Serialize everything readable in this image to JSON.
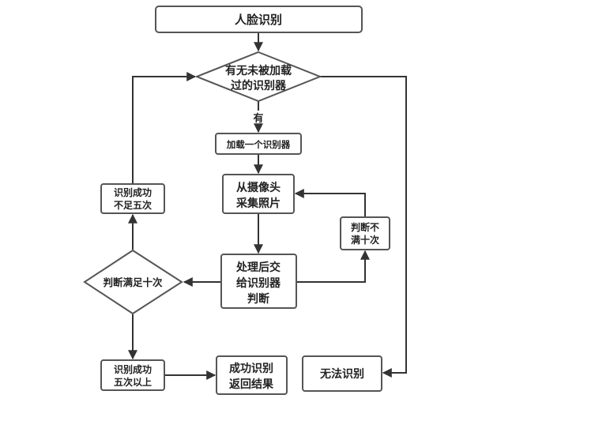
{
  "colors": {
    "stroke": "#555555",
    "edge": "#333333",
    "text": "#222222",
    "fill": "#ffffff"
  },
  "nodes": {
    "start": {
      "line1": "人脸识别"
    },
    "decision_loaded": {
      "line1": "有无未被加载",
      "line2": "过的识别器"
    },
    "load_recognizer": {
      "line1": "加载一个识别器"
    },
    "capture_photo": {
      "line1": "从摄像头",
      "line2": "采集照片"
    },
    "process": {
      "line1": "处理后交",
      "line2": "给识别器",
      "line3": "判断"
    },
    "success_lt5": {
      "line1": "识别成功",
      "line2": "不足五次"
    },
    "not_ten": {
      "line1": "判断不",
      "line2": "满十次"
    },
    "decision_ten": {
      "line1": "判断满足十次"
    },
    "success_ge5": {
      "line1": "识别成功",
      "line2": "五次以上"
    },
    "return_result": {
      "line1": "成功识别",
      "line2": "返回结果"
    },
    "cannot_recognize": {
      "line1": "无法识别"
    }
  },
  "edge_labels": {
    "has": "有"
  }
}
